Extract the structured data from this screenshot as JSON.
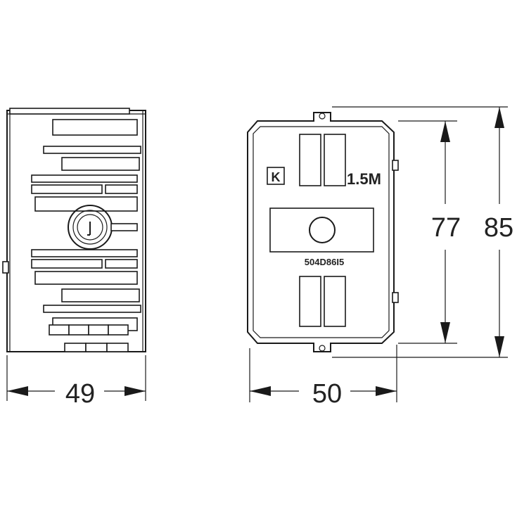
{
  "dimensions": {
    "side_width": "49",
    "front_width": "50",
    "inner_height": "77",
    "outer_height": "85"
  },
  "front_view": {
    "module_label": "1.5M",
    "part_number": "504D86I5",
    "logo_letter": "K"
  }
}
